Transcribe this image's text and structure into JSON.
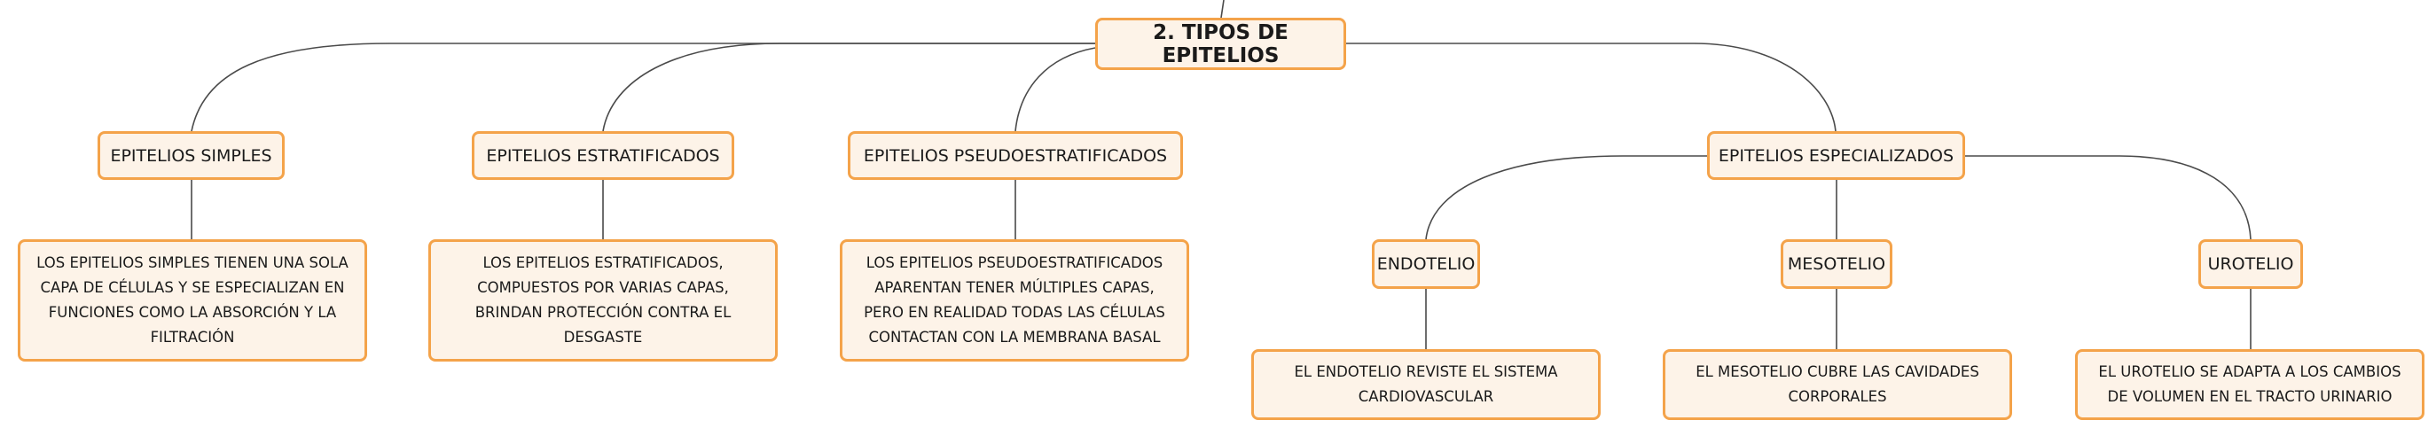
{
  "colors": {
    "node_fill": "#fdf3e8",
    "node_border": "#f4a34a",
    "connector": "#4a4a4a",
    "text": "#1a1a1a"
  },
  "root": {
    "label": "2. TIPOS DE EPITELIOS"
  },
  "categories": {
    "simples": {
      "label": "EPITELIOS SIMPLES",
      "desc": "LOS EPITELIOS SIMPLES TIENEN UNA SOLA CAPA DE CÉLULAS Y SE ESPECIALIZAN EN FUNCIONES COMO LA ABSORCIÓN Y LA FILTRACIÓN"
    },
    "estratificados": {
      "label": "EPITELIOS ESTRATIFICADOS",
      "desc": "LOS EPITELIOS ESTRATIFICADOS, COMPUESTOS POR VARIAS CAPAS, BRINDAN PROTECCIÓN CONTRA EL DESGASTE"
    },
    "pseudoestratificados": {
      "label": "EPITELIOS PSEUDOESTRATIFICADOS",
      "desc": "LOS EPITELIOS PSEUDOESTRATIFICADOS APARENTAN TENER MÚLTIPLES CAPAS, PERO EN REALIDAD TODAS LAS CÉLULAS CONTACTAN CON LA MEMBRANA BASAL"
    },
    "especializados": {
      "label": "EPITELIOS ESPECIALIZADOS",
      "children": {
        "endotelio": {
          "label": "ENDOTELIO",
          "desc": "EL ENDOTELIO REVISTE EL SISTEMA CARDIOVASCULAR"
        },
        "mesotelio": {
          "label": "MESOTELIO",
          "desc": "EL MESOTELIO CUBRE LAS CAVIDADES CORPORALES"
        },
        "urotelio": {
          "label": "UROTELIO",
          "desc": "EL UROTELIO SE ADAPTA A LOS CAMBIOS DE VOLUMEN EN EL TRACTO URINARIO"
        }
      }
    }
  }
}
